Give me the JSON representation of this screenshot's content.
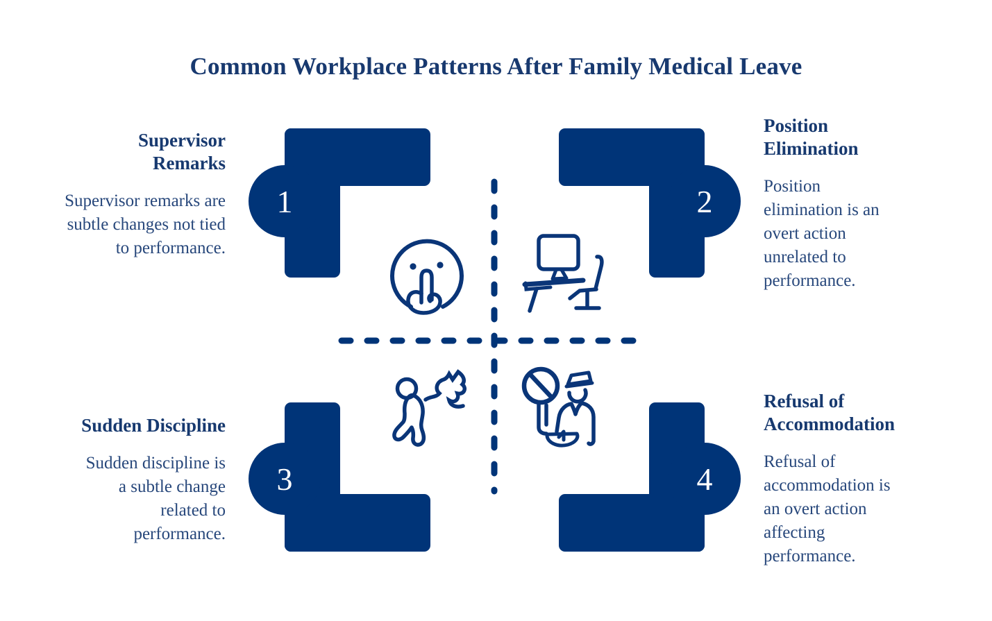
{
  "title": "Common Workplace Patterns After Family Medical Leave",
  "colors": {
    "primary_navy": "#003478",
    "heading_text": "#17396f",
    "body_text": "#27477b",
    "number_text": "#ffffff",
    "background": "#ffffff"
  },
  "divider": {
    "type": "dashed-cross",
    "description": "dashed horizontal and vertical center lines separating four quadrants"
  },
  "quadrants": [
    {
      "number": "1",
      "title": "Supervisor Remarks",
      "description": "Supervisor remarks are subtle changes not tied to performance.",
      "icon": "shush-face-icon"
    },
    {
      "number": "2",
      "title": "Position Elimination",
      "description": "Position elimination is an overt action unrelated to performance.",
      "icon": "desk-and-chair-icon"
    },
    {
      "number": "3",
      "title": "Sudden Discipline",
      "description": "Sudden discipline is a subtle change related to performance.",
      "icon": "scolded-person-icon"
    },
    {
      "number": "4",
      "title": "Refusal of Accommodation",
      "description": "Refusal of accommodation is an overt action affecting performance.",
      "icon": "guard-prohibition-icon"
    }
  ]
}
